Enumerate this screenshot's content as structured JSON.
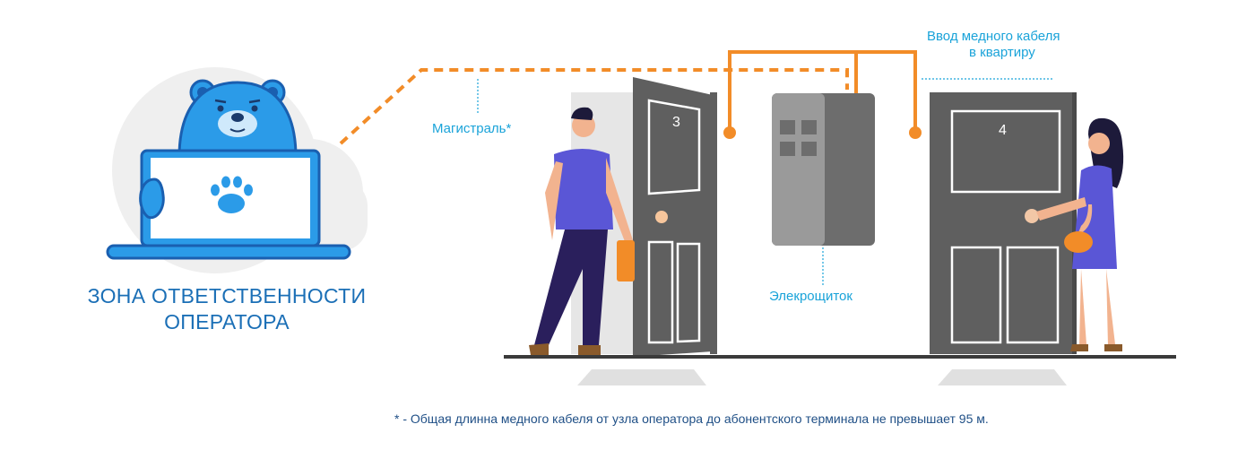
{
  "operator_zone": {
    "title_line1": "ЗОНА ОТВЕТСТВЕННОСТИ",
    "title_line2": "ОПЕРАТОРА"
  },
  "labels": {
    "backbone": "Магистраль*",
    "copper_input_line1": "Ввод медного кабеля",
    "copper_input_line2": "в квартиру",
    "panel": "Элекрощиток"
  },
  "doors": {
    "left_number": "3",
    "right_number": "4"
  },
  "footnote": "* - Общая длинна медного кабеля от узла оператора до абонентского  терминала не превышает 95 м.",
  "colors": {
    "cable_orange": "#f28c28",
    "bear_blue": "#2b9be8",
    "label_cyan": "#1aa3d9",
    "title_blue": "#1b6fb6",
    "door_gray": "#5f5f5f",
    "footnote_navy": "#1f4f86"
  }
}
